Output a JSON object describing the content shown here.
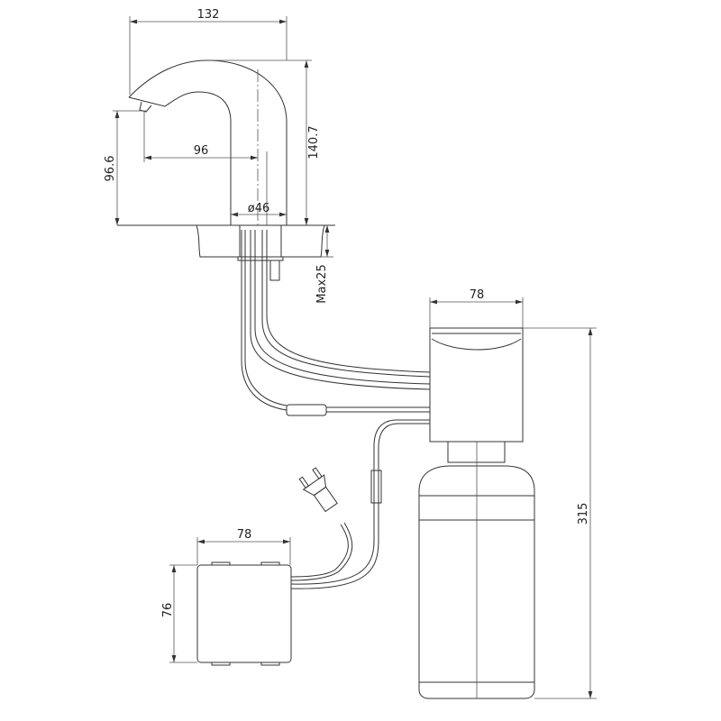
{
  "drawing": {
    "line_color": "#333333",
    "dimensions": {
      "faucet_length": "132",
      "faucet_height": "140.7",
      "spout_height": "96.6",
      "spout_reach": "96",
      "base_diameter": "ø46",
      "max_counter_thickness": "Max25",
      "control_box_width": "78",
      "total_height": "315",
      "battery_box_width": "78",
      "battery_box_height": "76"
    }
  }
}
